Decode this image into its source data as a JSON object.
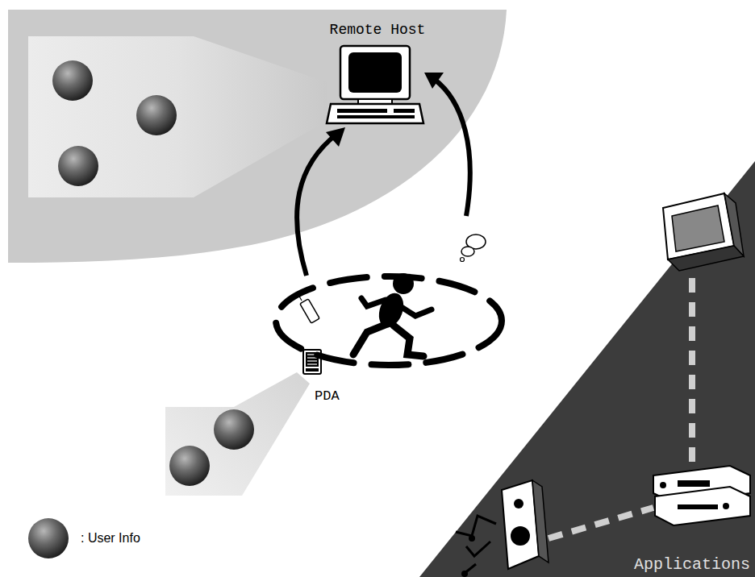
{
  "diagram": {
    "nodes": [
      {
        "text": [
          "Remote Host"
        ]
      },
      {
        "text": [
          "PDA"
        ]
      },
      {
        "text": [
          "Applications"
        ]
      }
    ],
    "legend": [
      {
        "text": ": User Info"
      }
    ]
  }
}
